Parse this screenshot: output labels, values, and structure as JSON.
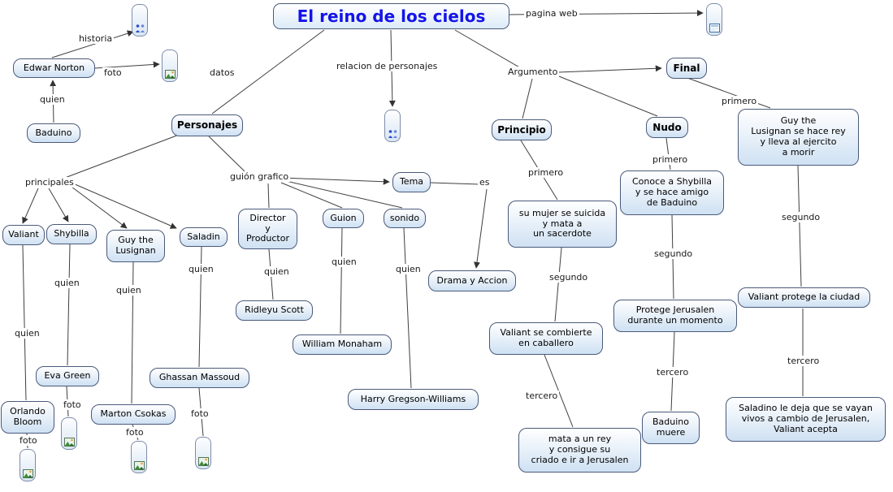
{
  "title": "El reino de los cielos",
  "nodes": {
    "edwar_norton": "Edwar Norton",
    "baduino": "Baduino",
    "personajes": "Personajes",
    "principio": "Principio",
    "nudo": "Nudo",
    "final": "Final",
    "valiant": "Valiant",
    "shybilla": "Shybilla",
    "guy_the_lusignan": "Guy the\nLusignan",
    "saladin": "Saladin",
    "director_y_productor": "Director\ny\nProductor",
    "guion": "Guion",
    "sonido": "sonido",
    "tema": "Tema",
    "drama_y_accion": "Drama y Accion",
    "ridleyu_scott": "Ridleyu Scott",
    "william_monaham": "William Monaham",
    "harry_gregson_williams": "Harry Gregson-Williams",
    "eva_green": "Eva Green",
    "orlando_bloom": "Orlando\nBloom",
    "marton_csokas": "Marton Csokas",
    "ghassan_massoud": "Ghassan Massoud",
    "mujer_se_suicida": "su mujer se suicida\ny mata a\nun sacerdote",
    "valiant_caballero": "Valiant se combierte\nen caballero",
    "mata_a_un_rey": "mata a un rey\ny consigue su\ncriado e ir a Jerusalen",
    "conoce_a_shybilla": "Conoce a Shybilla\ny se hace amigo\nde Baduino",
    "protege_jerusalen": "Protege Jerusalen\ndurante un momento",
    "baduino_muere": "Baduino\nmuere",
    "guy_se_hace_rey": "Guy the\nLusignan se hace rey\ny lleva al ejercito\na morir",
    "valiant_protege_ciudad": "Valiant protege la ciudad",
    "saladino_deja": "Saladino le deja que se vayan\nvivos a cambio de Jerusalen,\nValiant acepta"
  },
  "links": {
    "historia": "historia",
    "foto": "foto",
    "quien": "quien",
    "datos": "datos",
    "relacion_de_personajes": "relacion de personajes",
    "pagina_web": "pagina web",
    "argumento": "Argumento",
    "principales": "principales",
    "guion_grafico": "guión grafico",
    "es": "es",
    "primero": "primero",
    "segundo": "segundo",
    "tercero": "tercero"
  },
  "icons": {
    "historia_resource": "people-icon",
    "relacion_resource": "people-icon",
    "pagina_web_resource": "webpage-icon",
    "foto_resource": "image-icon"
  },
  "colors": {
    "title_text": "#1414e8",
    "node_border": "#4a5a7a",
    "node_fill_top": "#ffffff",
    "node_fill_bottom": "#cfe1f3",
    "line": "#3f3f3f"
  },
  "connections": [
    {
      "from": "El reino de los cielos",
      "label": "datos",
      "to": "Personajes"
    },
    {
      "from": "El reino de los cielos",
      "label": "relacion de personajes",
      "to": "resource-icon"
    },
    {
      "from": "El reino de los cielos",
      "label": "Argumento",
      "to": "Principio"
    },
    {
      "from": "El reino de los cielos",
      "label": "Argumento",
      "to": "Nudo"
    },
    {
      "from": "El reino de los cielos",
      "label": "Argumento",
      "to": "Final"
    },
    {
      "from": "El reino de los cielos",
      "label": "pagina web",
      "to": "web-resource-icon"
    },
    {
      "from": "Edwar Norton",
      "label": "historia",
      "to": "resource-icon"
    },
    {
      "from": "Edwar Norton",
      "label": "foto",
      "to": "image-resource-icon"
    },
    {
      "from": "Baduino",
      "label": "quien",
      "to": "Edwar Norton"
    },
    {
      "from": "Personajes",
      "label": "principales",
      "to": "Valiant"
    },
    {
      "from": "Personajes",
      "label": "principales",
      "to": "Shybilla"
    },
    {
      "from": "Personajes",
      "label": "principales",
      "to": "Guy the Lusignan"
    },
    {
      "from": "Personajes",
      "label": "principales",
      "to": "Saladin"
    },
    {
      "from": "Personajes",
      "label": "guión grafico",
      "to": "Tema"
    },
    {
      "from": "Personajes",
      "label": "guión grafico",
      "to": "Director y Productor"
    },
    {
      "from": "Personajes",
      "label": "guión grafico",
      "to": "Guion"
    },
    {
      "from": "Personajes",
      "label": "guión grafico",
      "to": "sonido"
    },
    {
      "from": "Tema",
      "label": "es",
      "to": "Drama y Accion"
    },
    {
      "from": "Director y Productor",
      "label": "quien",
      "to": "Ridleyu Scott"
    },
    {
      "from": "Guion",
      "label": "quien",
      "to": "William Monaham"
    },
    {
      "from": "sonido",
      "label": "quien",
      "to": "Harry Gregson-Williams"
    },
    {
      "from": "Valiant",
      "label": "quien",
      "to": "Orlando Bloom"
    },
    {
      "from": "Shybilla",
      "label": "quien",
      "to": "Eva Green"
    },
    {
      "from": "Guy the Lusignan",
      "label": "quien",
      "to": "Marton Csokas"
    },
    {
      "from": "Saladin",
      "label": "quien",
      "to": "Ghassan Massoud"
    },
    {
      "from": "Eva Green",
      "label": "foto",
      "to": "image-resource-icon"
    },
    {
      "from": "Orlando Bloom",
      "label": "foto",
      "to": "image-resource-icon"
    },
    {
      "from": "Marton Csokas",
      "label": "foto",
      "to": "image-resource-icon"
    },
    {
      "from": "Ghassan Massoud",
      "label": "foto",
      "to": "image-resource-icon"
    },
    {
      "from": "Principio",
      "label": "primero",
      "to": "su mujer se suicida y mata a un sacerdote"
    },
    {
      "from": "su mujer se suicida y mata a un sacerdote",
      "label": "segundo",
      "to": "Valiant se combierte en caballero"
    },
    {
      "from": "Valiant se combierte en caballero",
      "label": "tercero",
      "to": "mata a un rey y consigue su criado e ir a Jerusalen"
    },
    {
      "from": "Nudo",
      "label": "primero",
      "to": "Conoce a Shybilla y se hace amigo de Baduino"
    },
    {
      "from": "Conoce a Shybilla y se hace amigo de Baduino",
      "label": "segundo",
      "to": "Protege Jerusalen durante un momento"
    },
    {
      "from": "Protege Jerusalen durante un momento",
      "label": "tercero",
      "to": "Baduino muere"
    },
    {
      "from": "Final",
      "label": "primero",
      "to": "Guy the Lusignan se hace rey y lleva al ejercito a morir"
    },
    {
      "from": "Guy the Lusignan se hace rey y lleva al ejercito a morir",
      "label": "segundo",
      "to": "Valiant protege la ciudad"
    },
    {
      "from": "Valiant protege la ciudad",
      "label": "tercero",
      "to": "Saladino le deja que se vayan vivos a cambio de Jerusalen, Valiant acepta"
    }
  ]
}
